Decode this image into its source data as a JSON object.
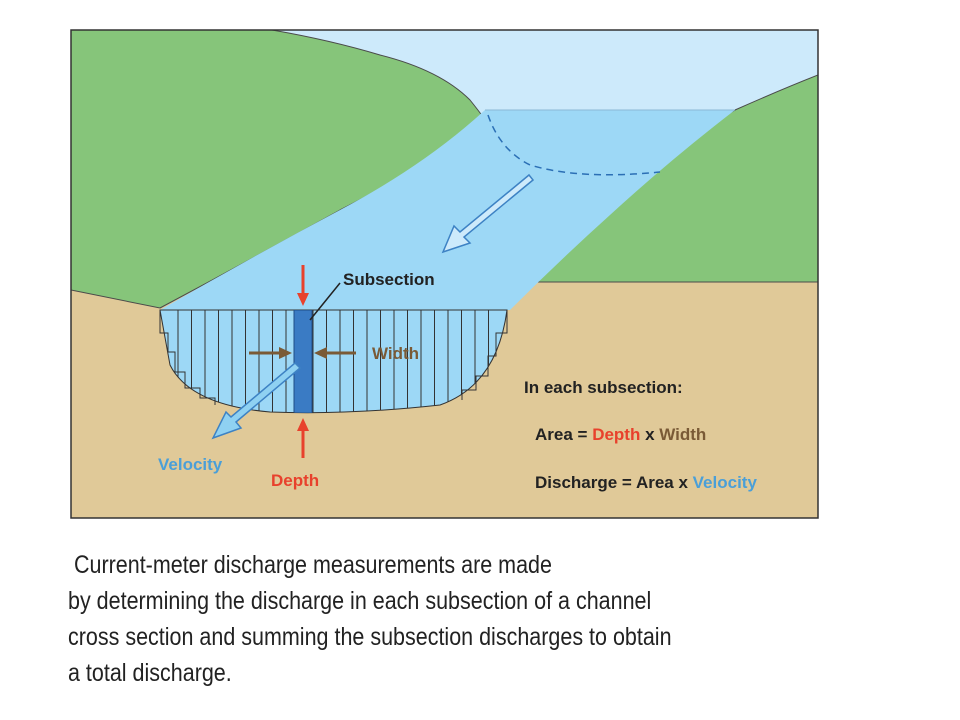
{
  "diagram": {
    "labels": {
      "subsection": "Subsection",
      "width": "Width",
      "velocity": "Velocity",
      "depth": "Depth"
    },
    "formula": {
      "heading": "In each subsection:",
      "area_prefix": "Area = ",
      "area_depth": "Depth",
      "area_times": " x ",
      "area_width": "Width",
      "discharge_prefix": "Discharge = Area x ",
      "discharge_velocity": "Velocity"
    },
    "colors": {
      "land": "#e0c998",
      "hills": "#86c57a",
      "sky": "#cdeafb",
      "water": "#9dd8f6",
      "subsection_highlight": "#3a7bc4",
      "depth_red": "#e8412c",
      "width_brown": "#7a5a36",
      "velocity_blue": "#4a9fd8"
    }
  },
  "caption": {
    "lines": [
      " Current-meter discharge measurements are made",
      "by determining the discharge in each subsection of a channel",
      "cross section and summing the subsection discharges to obtain",
      "a total discharge."
    ]
  }
}
